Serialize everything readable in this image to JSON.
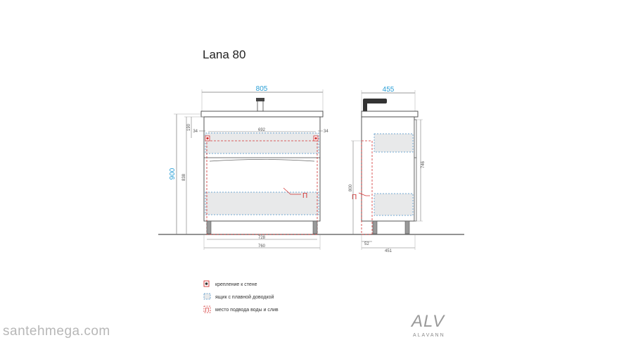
{
  "title": "Lana 80",
  "dimensions": {
    "front_width": "805",
    "side_depth": "455",
    "height": "900",
    "inner_width": "692",
    "left_offset": "34",
    "right_offset": "34",
    "top_gap": "190",
    "body_height": "838",
    "base_inner": "728",
    "base_outer": "760",
    "pipe_height": "800",
    "side_height": "746",
    "side_offset": "52",
    "side_base": "451"
  },
  "markers": {
    "pipe_symbol": "П"
  },
  "legend": [
    {
      "text": "крепление к стене"
    },
    {
      "text": "ящик с плавной доводкой"
    },
    {
      "text": "место подвода воды и слив"
    }
  ],
  "logo": {
    "letters": "ALV",
    "name": "ALAVANN"
  },
  "watermark": "santehmega.com",
  "colors": {
    "dim_blue": "#2a9fd6",
    "dashed_red": "#d33030",
    "drawer_blue": "#4a90c8",
    "line": "#555555"
  }
}
